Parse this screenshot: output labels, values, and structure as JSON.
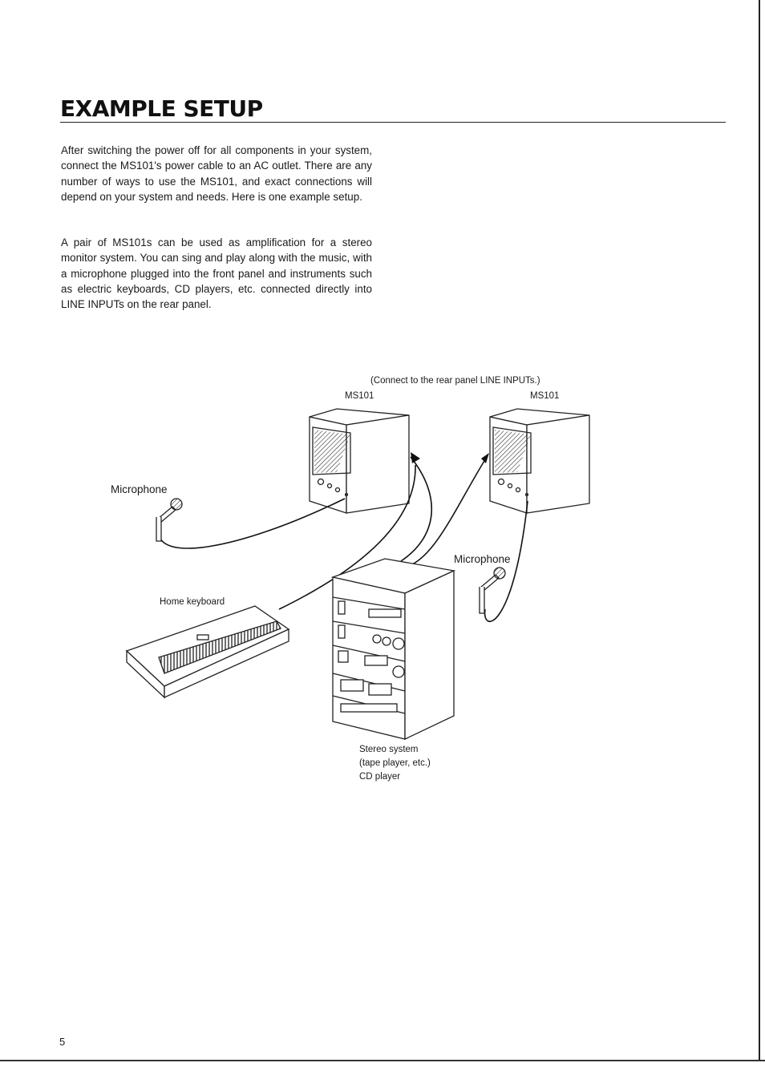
{
  "page": {
    "title": "EXAMPLE SETUP",
    "paragraphs": [
      "After switching the power off for all components in your system, connect the MS101's power cable to an AC outlet. There are any number of ways to use the MS101, and exact connections will depend on your system and needs. Here is one example setup.",
      "A pair of MS101s can be used as amplification for a stereo monitor system. You can sing and play along with the music, with a microphone plugged into the front panel and instruments such as electric keyboards, CD players, etc. connected directly into LINE INPUTs on the rear panel."
    ],
    "page_number": "5"
  },
  "diagram": {
    "note": "(Connect to the rear panel LINE INPUTs.)",
    "speaker_left_label": "MS101",
    "speaker_right_label": "MS101",
    "mic_left_label": "Microphone",
    "mic_right_label": "Microphone",
    "keyboard_label": "Home keyboard",
    "stereo_caption": [
      "Stereo system",
      "(tape player, etc.)",
      "CD player"
    ]
  }
}
